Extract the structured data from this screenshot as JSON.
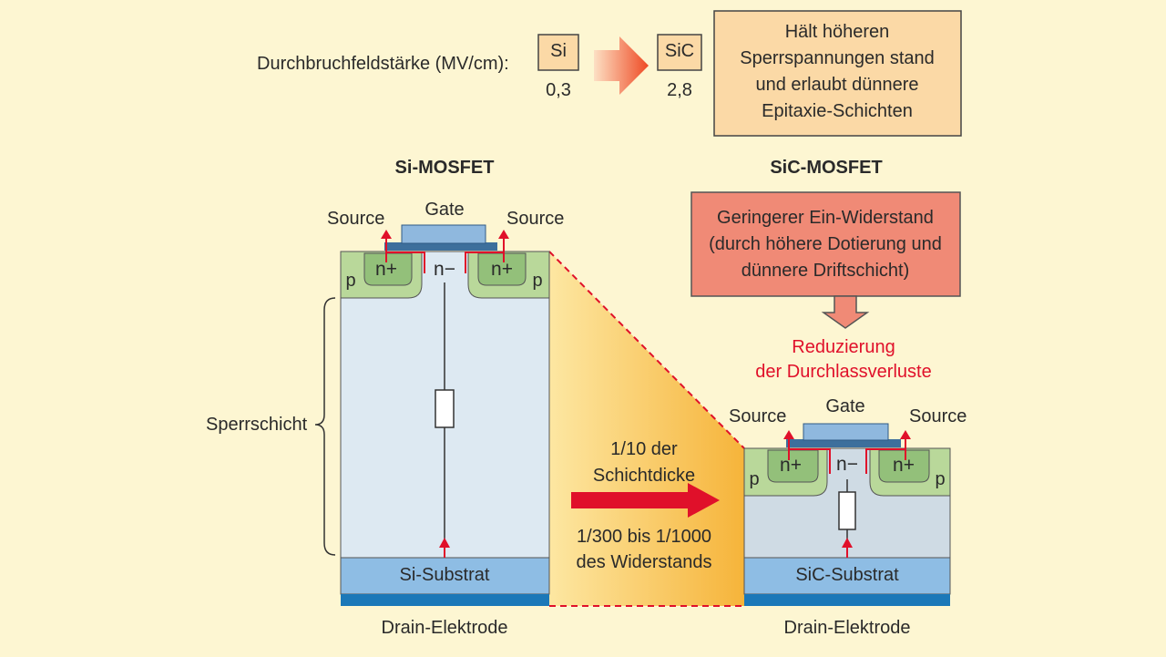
{
  "top": {
    "field_strength_label": "Durchbruchfeldstärke (MV/cm):",
    "si_label": "Si",
    "si_value": "0,3",
    "sic_label": "SiC",
    "sic_value": "2,8",
    "info_box": [
      "Hält höheren",
      "Sperrspannungen stand",
      "und erlaubt dünnere",
      "Epitaxie-Schichten"
    ]
  },
  "si_mosfet": {
    "title": "Si-MOSFET",
    "gate": "Gate",
    "source_left": "Source",
    "source_right": "Source",
    "n_plus": "n+",
    "n_minus": "n−",
    "p": "p",
    "blocking_layer": "Sperrschicht",
    "substrate": "Si-Substrat",
    "drain": "Drain-Elektrode"
  },
  "sic_mosfet": {
    "title": "SiC-MOSFET",
    "gate": "Gate",
    "source_left": "Source",
    "source_right": "Source",
    "n_plus": "n+",
    "n_minus": "n−",
    "p": "p",
    "substrate": "SiC-Substrat",
    "drain": "Drain-Elektrode"
  },
  "resistance_box": [
    "Geringerer Ein-Widerstand",
    "(durch höhere Dotierung und",
    "dünnere Driftschicht)"
  ],
  "reduction": [
    "Reduzierung",
    "der Durchlassverluste"
  ],
  "middle": {
    "thickness": [
      "1/10 der",
      "Schichtdicke"
    ],
    "resistance": [
      "1/300 bis 1/1000",
      "des Widerstands"
    ]
  },
  "colors": {
    "background": "#fdf6d2",
    "box_fill": "#fbd9a6",
    "red_box": "#f08a76",
    "accent_red": "#e0102a",
    "p_region": "#b9d89a",
    "n_plus_region": "#93c07a",
    "drift_si": "#dde9f2",
    "drift_sic": "#cfdbe4",
    "substrate": "#8ebde4",
    "drain": "#1b78b8",
    "gate": "#8fb8de"
  }
}
